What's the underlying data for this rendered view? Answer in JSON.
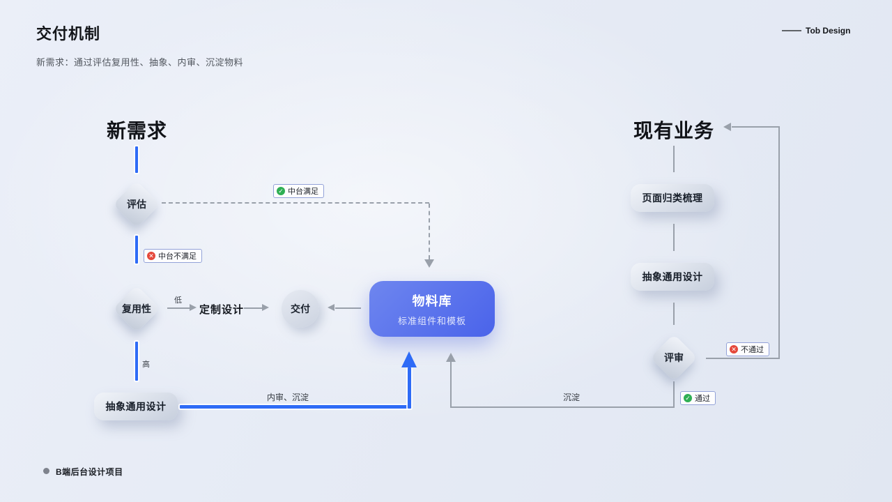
{
  "header": {
    "title": "交付机制",
    "subtitle": "新需求：通过评估复用性、抽象、内审、沉淀物料",
    "brand": "Tob Design"
  },
  "footer": {
    "label": "B端后台设计项目"
  },
  "colors": {
    "accent_blue": "#2E6BF6",
    "material_box_gradient_start": "#6E86EF",
    "material_box_gradient_end": "#4A63EA",
    "connector_gray": "#99A0AA",
    "success_green": "#2FAF54",
    "error_red": "#E5483B"
  },
  "left_flow": {
    "heading": "新需求",
    "evaluate": "评估",
    "badge_satisfied": "中台满足",
    "badge_not_satisfied": "中台不满足",
    "reusability": "复用性",
    "label_low": "低",
    "label_high": "高",
    "custom_design": "定制设计",
    "deliver": "交付",
    "abstract_design": "抽象通用设计",
    "label_review_deposit": "内审、沉淀"
  },
  "material_lib": {
    "title": "物料库",
    "subtitle": "标准组件和模板"
  },
  "right_flow": {
    "heading": "现有业务",
    "page_sorting": "页面归类梳理",
    "abstract_design": "抽象通用设计",
    "review": "评审",
    "badge_fail": "不通过",
    "badge_pass": "通过",
    "label_deposit": "沉淀"
  }
}
